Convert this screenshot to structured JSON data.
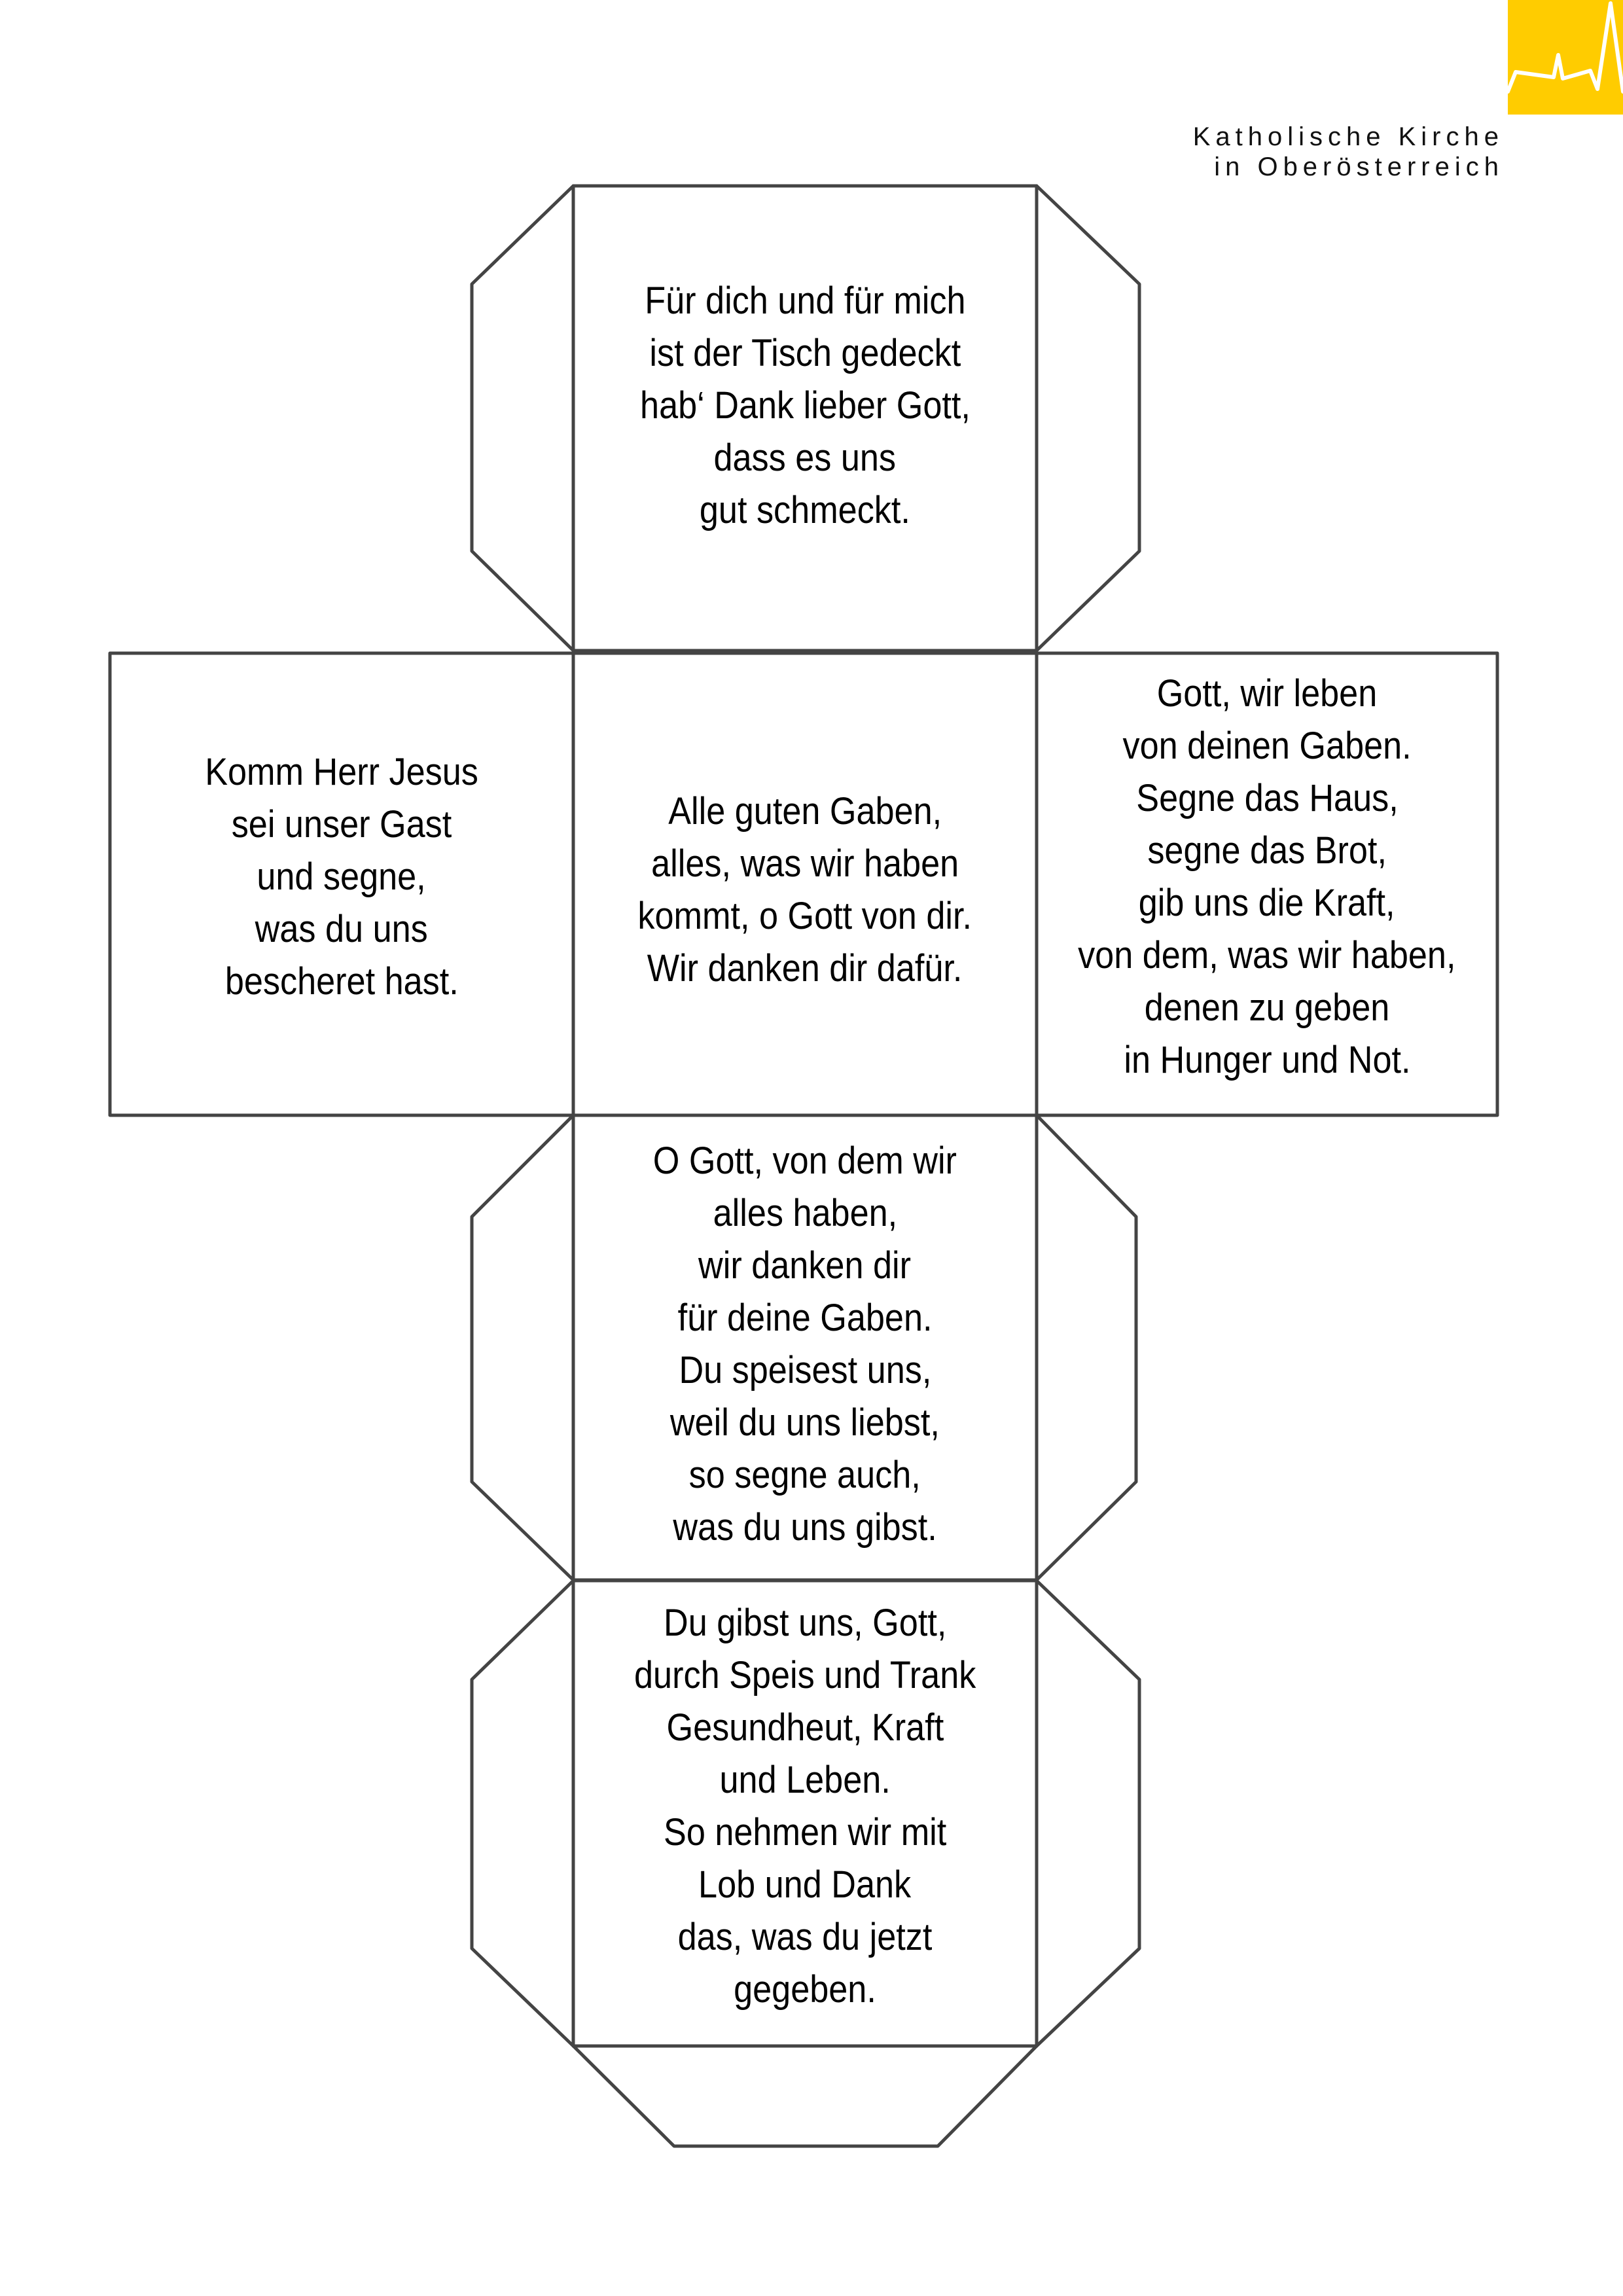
{
  "header": {
    "logo": {
      "icon": "heartbeat-line-icon",
      "color": "#ffcc00"
    },
    "organization_line1": "Katholische Kirche",
    "organization_line2": "in Oberösterreich"
  },
  "cube_net": {
    "line_color": "#444444",
    "faces": {
      "top": {
        "lines": [
          "Für dich und für mich",
          "ist der Tisch gedeckt",
          "hab‘ Dank lieber Gott,",
          "dass es uns",
          "gut schmeckt."
        ]
      },
      "left": {
        "lines": [
          "Komm Herr Jesus",
          "sei unser Gast",
          "und segne,",
          "was du uns",
          "bescheret hast."
        ]
      },
      "center": {
        "lines": [
          "Alle guten Gaben,",
          "alles, was wir haben",
          "kommt, o Gott von dir.",
          "Wir danken dir dafür."
        ]
      },
      "right": {
        "lines": [
          "Gott, wir leben",
          "von deinen Gaben.",
          "Segne das Haus,",
          "segne das Brot,",
          "gib uns die Kraft,",
          "von dem, was wir haben,",
          "denen zu geben",
          "in Hunger und Not."
        ]
      },
      "lower": {
        "lines": [
          "O Gott, von dem wir",
          "alles haben,",
          "wir danken dir",
          "für deine Gaben.",
          "Du speisest uns,",
          "weil du uns liebst,",
          "so segne auch,",
          "was du uns gibst."
        ]
      },
      "bottom": {
        "lines": [
          "Du gibst uns, Gott,",
          "durch Speis und Trank",
          "Gesundheut, Kraft",
          "und Leben.",
          "So nehmen wir mit",
          "Lob und Dank",
          "das, was du jetzt",
          "gegeben."
        ]
      }
    }
  }
}
